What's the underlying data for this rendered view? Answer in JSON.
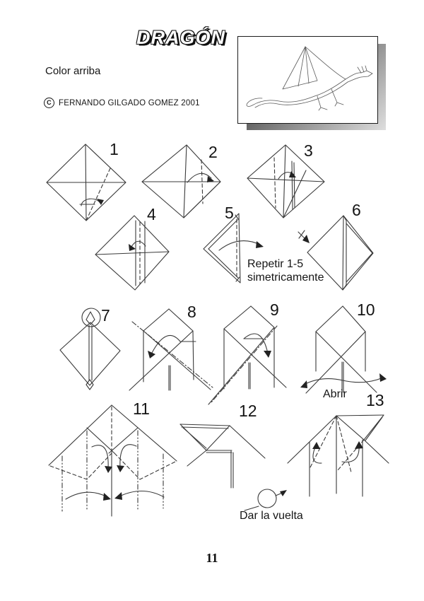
{
  "header": {
    "title": "DRAGÓN",
    "color_note": "Color arriba",
    "copyright_symbol": "C",
    "copyright_text": "FERNANDO GILGADO GOMEZ 2001"
  },
  "preview": {
    "content": "finished origami dragon line drawing"
  },
  "steps": [
    {
      "label": "1"
    },
    {
      "label": "2"
    },
    {
      "label": "3"
    },
    {
      "label": "4"
    },
    {
      "label": "5"
    },
    {
      "label": "6"
    },
    {
      "label": "7"
    },
    {
      "label": "8"
    },
    {
      "label": "9"
    },
    {
      "label": "10"
    },
    {
      "label": "11"
    },
    {
      "label": "12"
    },
    {
      "label": "13"
    }
  ],
  "captions": {
    "repeat_line1": "Repetir 1-5",
    "repeat_line2": "simetricamente",
    "open": "Abrir",
    "turn_over": "Dar la vuelta"
  },
  "footer": {
    "page_number": "11"
  },
  "colors": {
    "line": "#3a3a3a",
    "paper": "#ffffff",
    "shadow_dark": "#1f1f1f"
  }
}
